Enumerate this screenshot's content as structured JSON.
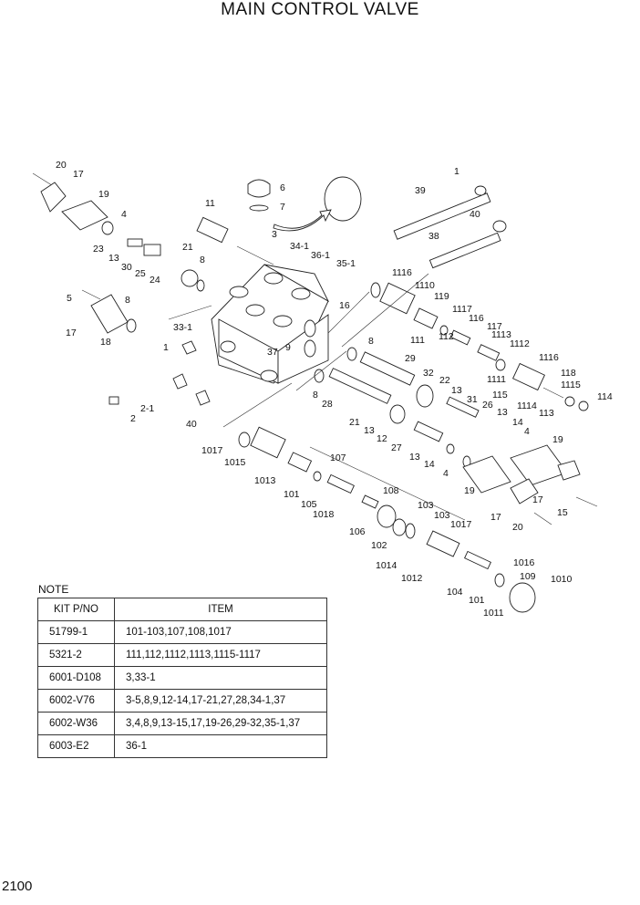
{
  "title": "MAIN CONTROL VALVE",
  "page_number": "2100",
  "note": {
    "label": "NOTE",
    "columns": [
      "KIT P/NO",
      "ITEM"
    ],
    "rows": [
      [
        "51799-1",
        "101-103,107,108,1017"
      ],
      [
        "5321-2",
        "111,112,1112,1113,1115-1117"
      ],
      [
        "6001-D108",
        "3,33-1"
      ],
      [
        "6002-V76",
        "3-5,8,9,12-14,17-21,27,28,34-1,37"
      ],
      [
        "6002-W36",
        "3,4,8,9,13-15,17,19-26,29-32,35-1,37"
      ],
      [
        "6003-E2",
        "36-1"
      ]
    ]
  },
  "callouts": [
    "20",
    "17",
    "19",
    "4",
    "23",
    "13",
    "30",
    "25",
    "24",
    "21",
    "8",
    "11",
    "6",
    "7",
    "3",
    "34-1",
    "36-1",
    "35-1",
    "39",
    "1",
    "40",
    "38",
    "5",
    "8",
    "17",
    "18",
    "33-1",
    "1",
    "37",
    "9",
    "16",
    "1116",
    "1110",
    "119",
    "1117",
    "116",
    "117",
    "111",
    "112",
    "1113",
    "1112",
    "8",
    "29",
    "32",
    "22",
    "13",
    "31",
    "1116",
    "118",
    "1115",
    "1111",
    "114",
    "1114",
    "113",
    "115",
    "26",
    "13",
    "14",
    "4",
    "8",
    "28",
    "21",
    "13",
    "12",
    "27",
    "13",
    "14",
    "4",
    "19",
    "2-1",
    "2",
    "40",
    "1017",
    "1015",
    "107",
    "1013",
    "101",
    "105",
    "1018",
    "108",
    "106",
    "103",
    "103",
    "1017",
    "102",
    "19",
    "17",
    "17",
    "15",
    "20",
    "1014",
    "1016",
    "109",
    "1010",
    "1012",
    "104",
    "101",
    "1011"
  ]
}
